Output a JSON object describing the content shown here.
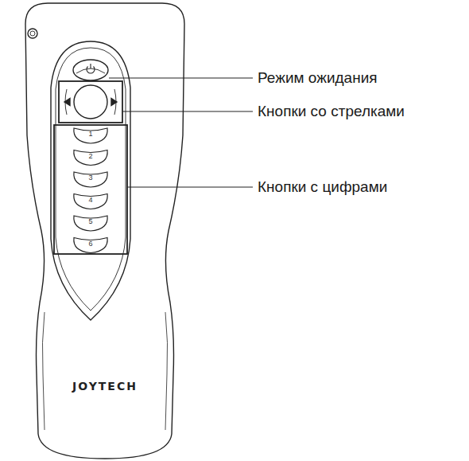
{
  "diagram": {
    "labels": [
      "Режим ожидания",
      "Кнопки со стрелками",
      "Кнопки с цифрами",
      "1",
      "2",
      "3",
      "4",
      "5",
      "6",
      "JOYTECH"
    ]
  }
}
